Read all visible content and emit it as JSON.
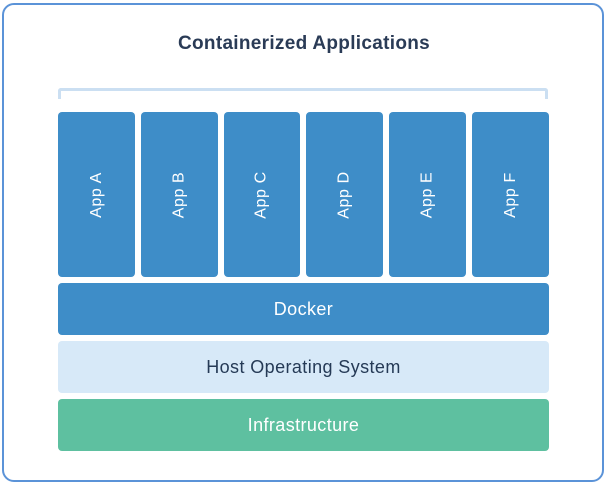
{
  "diagram": {
    "title": "Containerized Applications",
    "apps": [
      {
        "label": "App A"
      },
      {
        "label": "App B"
      },
      {
        "label": "App C"
      },
      {
        "label": "App D"
      },
      {
        "label": "App E"
      },
      {
        "label": "App F"
      }
    ],
    "layers": [
      {
        "id": "docker",
        "label": "Docker"
      },
      {
        "id": "host-os",
        "label": "Host Operating System"
      },
      {
        "id": "infrastructure",
        "label": "Infrastructure"
      }
    ],
    "colors": {
      "app_block_blue": "#3E8DC8",
      "docker_bar_blue": "#3E8DC8",
      "host_os_bar_light_blue": "#D7E9F8",
      "infrastructure_bar_green": "#5EC0A0",
      "bracket_light_blue": "#CBDFF2",
      "card_border_blue": "#5B93D8",
      "dark_text": "#2A3B56",
      "light_text": "#FFFFFF"
    }
  }
}
